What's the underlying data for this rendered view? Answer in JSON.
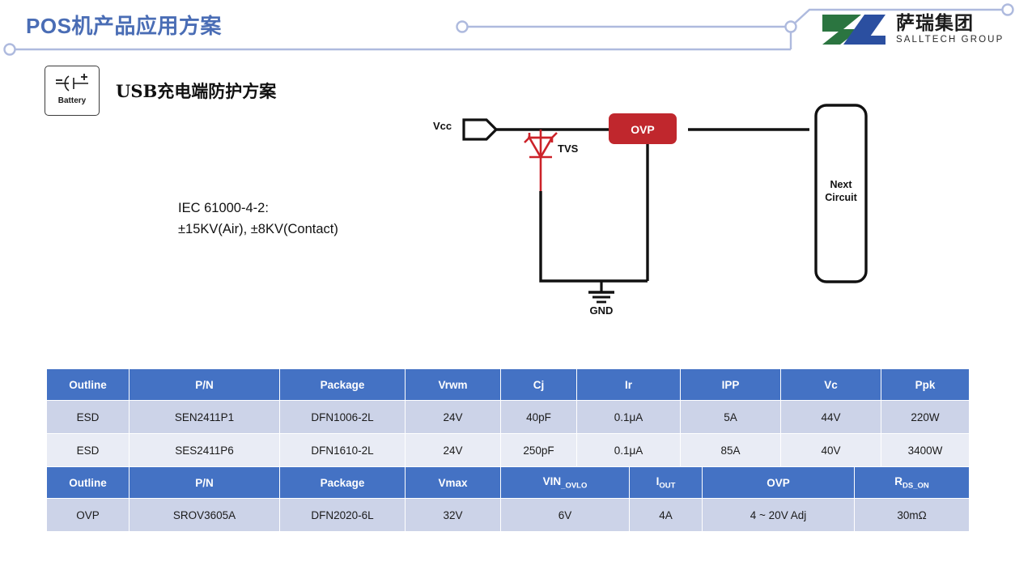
{
  "header": {
    "title": "POS机产品应用方案",
    "trace_color": "#aebade",
    "title_color": "#4a6db5"
  },
  "logo": {
    "name_cn": "萨瑞集团",
    "name_en": "SALLTECH GROUP",
    "mark_green": "#2b7540",
    "mark_blue": "#2b4fa0"
  },
  "battery_card": {
    "label": "Battery",
    "icon": "battery-symbol-icon"
  },
  "section": {
    "title": "USB充电端防护方案"
  },
  "note": {
    "line1": "IEC 61000-4-2:",
    "line2": "±15KV(Air), ±8KV(Contact)"
  },
  "schematic": {
    "vcc_label": "Vcc",
    "tvs_label": "TVS",
    "ovp_label": "OVP",
    "gnd_label": "GND",
    "next_circuit_line1": "Next",
    "next_circuit_line2": "Circuit",
    "ovp_fill": "#c0272d",
    "tvs_color": "#cc2229",
    "wire_color": "#111111"
  },
  "tables": [
    {
      "id": "esd",
      "headers": [
        "Outline",
        "P/N",
        "Package",
        "Vrwm",
        "Cj",
        "Ir",
        "IPP",
        "Vc",
        "Ppk"
      ],
      "rows": [
        [
          "ESD",
          "SEN2411P1",
          "DFN1006-2L",
          "24V",
          "40pF",
          "0.1μA",
          "5A",
          "44V",
          "220W"
        ],
        [
          "ESD",
          "SES2411P6",
          "DFN1610-2L",
          "24V",
          "250pF",
          "0.1μA",
          "85A",
          "40V",
          "3400W"
        ]
      ]
    },
    {
      "id": "ovp",
      "headers": [
        "Outline",
        "P/N",
        "Package",
        "Vmax",
        "VIN_OVLO",
        "IOUT",
        "OVP",
        "RDS_ON"
      ],
      "header_parts": [
        {
          "base": "Outline",
          "sub": ""
        },
        {
          "base": "P/N",
          "sub": ""
        },
        {
          "base": "Package",
          "sub": ""
        },
        {
          "base": "Vmax",
          "sub": ""
        },
        {
          "base": "VIN",
          "sub": "_OVLO"
        },
        {
          "base": "I",
          "sub": "OUT"
        },
        {
          "base": "OVP",
          "sub": ""
        },
        {
          "base": "R",
          "sub": "DS_ON"
        }
      ],
      "rows": [
        [
          "OVP",
          "SROV3605A",
          "DFN2020-6L",
          "32V",
          "6V",
          "4A",
          "4 ~ 20V Adj",
          "30mΩ"
        ]
      ]
    }
  ],
  "colors": {
    "header_fill": "#4472c4",
    "row_band_a": "#ccd3e8",
    "row_band_b": "#e9ecf5"
  }
}
